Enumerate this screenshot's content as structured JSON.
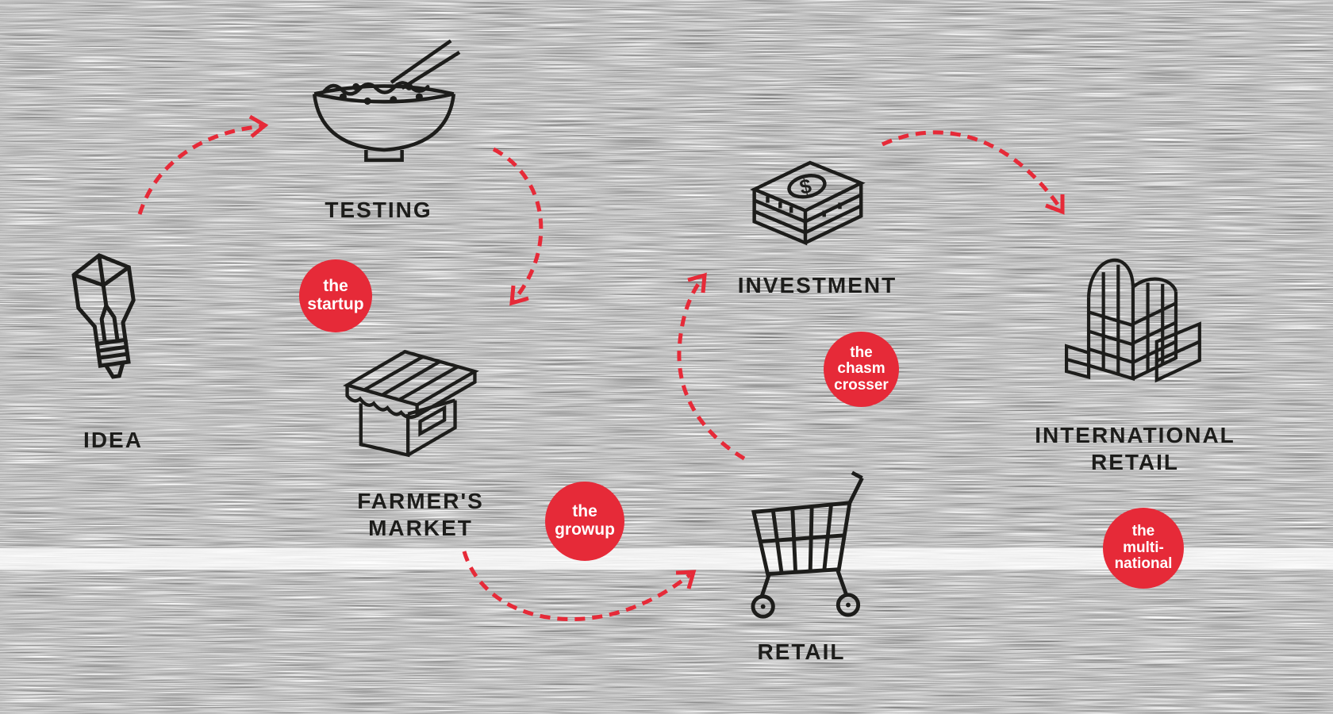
{
  "colors": {
    "accent": "#e62a38",
    "ink": "#1d1d1b",
    "badge_text": "#ffffff",
    "background": "#ffffff"
  },
  "stages": [
    {
      "id": "idea",
      "icon": "lightbulb-icon",
      "lines": [
        "IDEA"
      ]
    },
    {
      "id": "testing",
      "icon": "noodle-bowl-icon",
      "lines": [
        "TESTING"
      ]
    },
    {
      "id": "farmers-market",
      "icon": "market-stall-icon",
      "lines": [
        "FARMER'S",
        "MARKET"
      ]
    },
    {
      "id": "investment",
      "icon": "cash-stack-icon",
      "lines": [
        "INVESTMENT"
      ],
      "symbol": "$"
    },
    {
      "id": "retail",
      "icon": "shopping-cart-icon",
      "lines": [
        "RETAIL"
      ]
    },
    {
      "id": "international-retail",
      "icon": "buildings-icon",
      "lines": [
        "INTERNATIONAL",
        "RETAIL"
      ]
    }
  ],
  "badges": [
    {
      "id": "the-startup",
      "lines": [
        "the",
        "startup"
      ]
    },
    {
      "id": "the-growup",
      "lines": [
        "the",
        "growup"
      ]
    },
    {
      "id": "the-chasm-crosser",
      "lines": [
        "the",
        "chasm",
        "crosser"
      ]
    },
    {
      "id": "the-multinational",
      "lines": [
        "the",
        "multi-",
        "national"
      ]
    }
  ]
}
